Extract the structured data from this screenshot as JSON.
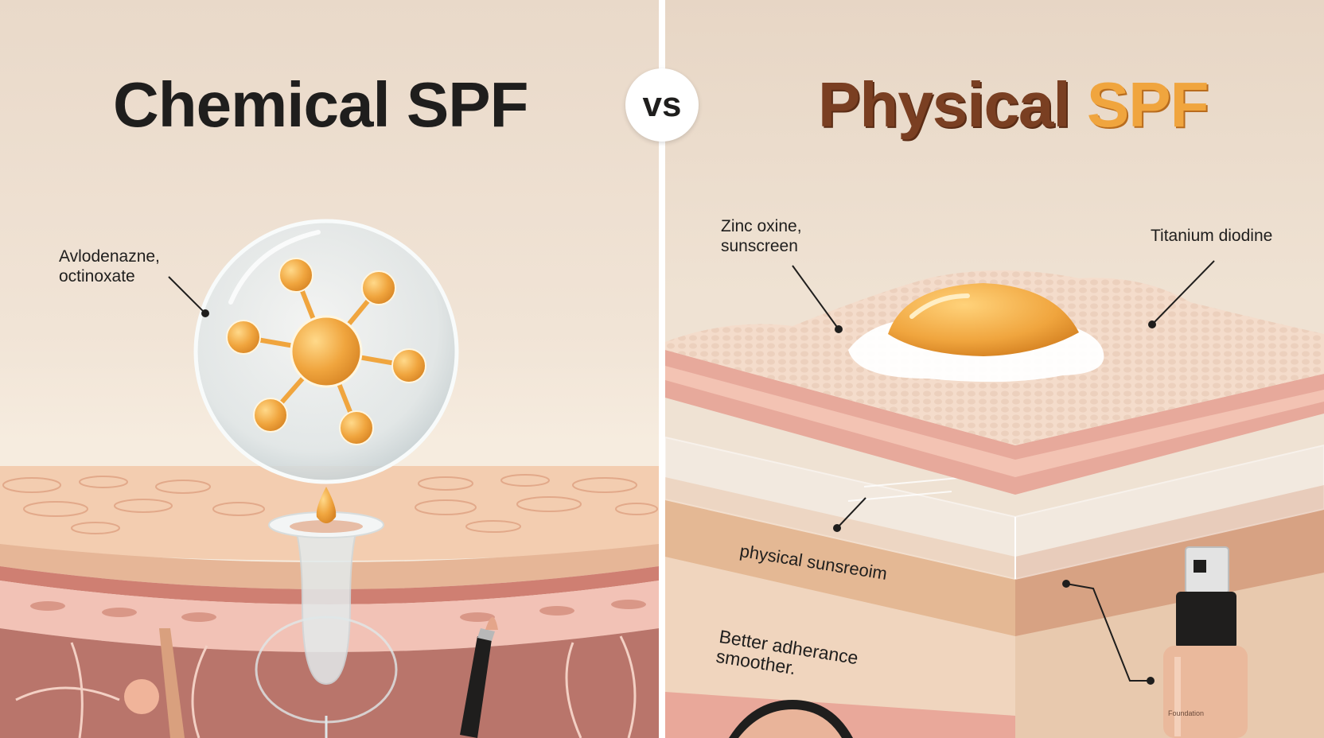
{
  "titles": {
    "left": "Chemical SPF",
    "vs": "vs",
    "right_main": "Physical",
    "right_accent": "SPF"
  },
  "labels": {
    "chemical_ingredients": "Avlodenazne,\noctinoxate",
    "zinc": "Zinc oxine,\nsunscreen",
    "titanium": "Titanium diodine",
    "physical_sunscreen": "physical sunsreoim",
    "adherence": "Better adherance\nsmoother.",
    "bottle_text": "Foundation"
  },
  "colors": {
    "molecule": "#f0a53e",
    "skin_top": "#f3cdb0",
    "skin_mid": "#e8a79a",
    "skin_deep": "#c98278",
    "title_dark": "#1f1e1d",
    "title_brown": "#7a3f22",
    "title_orange": "#f0a53e"
  }
}
